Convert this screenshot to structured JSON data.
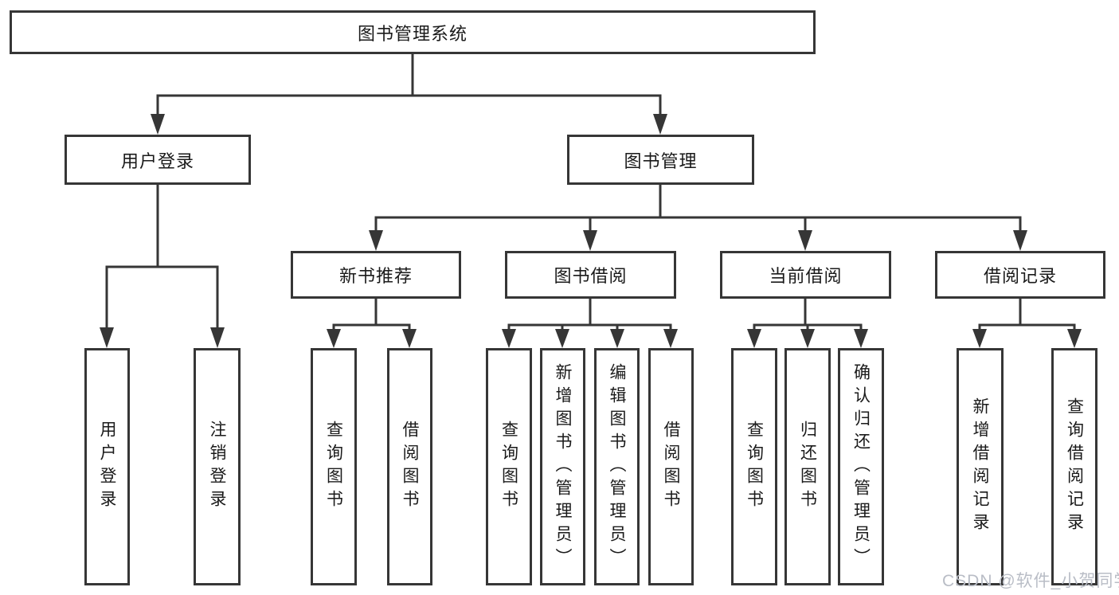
{
  "diagram": {
    "root": "图书管理系统",
    "level2": {
      "user_login": "用户登录",
      "book_management": "图书管理"
    },
    "user_login_children": [
      "用户登录",
      "注销登录"
    ],
    "sections": [
      {
        "label": "新书推荐",
        "children": [
          "查询图书",
          "借阅图书"
        ]
      },
      {
        "label": "图书借阅",
        "children": [
          "查询图书",
          "新增图书（管理员）",
          "编辑图书（管理员）",
          "借阅图书"
        ]
      },
      {
        "label": "当前借阅",
        "children": [
          "查询图书",
          "归还图书",
          "确认归还（管理员）"
        ]
      },
      {
        "label": "借阅记录",
        "children": [
          "新增借阅记录",
          "查询借阅记录"
        ]
      }
    ]
  },
  "watermark": "CSDN @软件_小贺同学",
  "colors": {
    "line": "#363636",
    "text": "#1a1a1a",
    "watermark": "#b9bdc6",
    "background": "#ffffff"
  }
}
